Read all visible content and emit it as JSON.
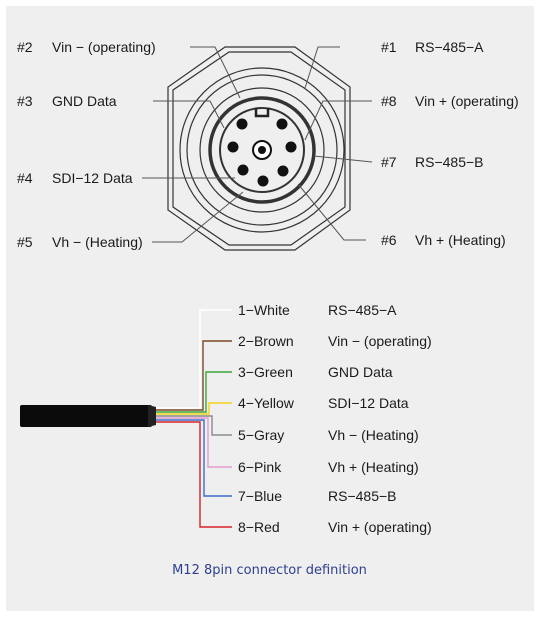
{
  "connector_pins": [
    {
      "pin": "#1",
      "signal": "RS−485−A"
    },
    {
      "pin": "#2",
      "signal": "Vin −  (operating)"
    },
    {
      "pin": "#3",
      "signal": "GND Data"
    },
    {
      "pin": "#4",
      "signal": "SDI−12 Data"
    },
    {
      "pin": "#5",
      "signal": "Vh − (Heating)"
    },
    {
      "pin": "#6",
      "signal": "Vh + (Heating)"
    },
    {
      "pin": "#7",
      "signal": "RS−485−B"
    },
    {
      "pin": "#8",
      "signal": "Vin + (operating)"
    }
  ],
  "wires": [
    {
      "label": "1−White",
      "signal": "RS−485−A",
      "color": "#ffffff"
    },
    {
      "label": "2−Brown",
      "signal": "Vin −  (operating)",
      "color": "#7b4a28"
    },
    {
      "label": "3−Green",
      "signal": "GND Data",
      "color": "#3aa53a"
    },
    {
      "label": "4−Yellow",
      "signal": "SDI−12 Data",
      "color": "#f2d21c"
    },
    {
      "label": "5−Gray",
      "signal": "Vh − (Heating)",
      "color": "#8c8c8c"
    },
    {
      "label": "6−Pink",
      "signal": "Vh + (Heating)",
      "color": "#e39bd2"
    },
    {
      "label": "7−Blue",
      "signal": "RS−485−B",
      "color": "#3a6fc8"
    },
    {
      "label": "8−Red",
      "signal": "Vin + (operating)",
      "color": "#d8232a"
    }
  ],
  "caption": "M12 8pin connector definition"
}
